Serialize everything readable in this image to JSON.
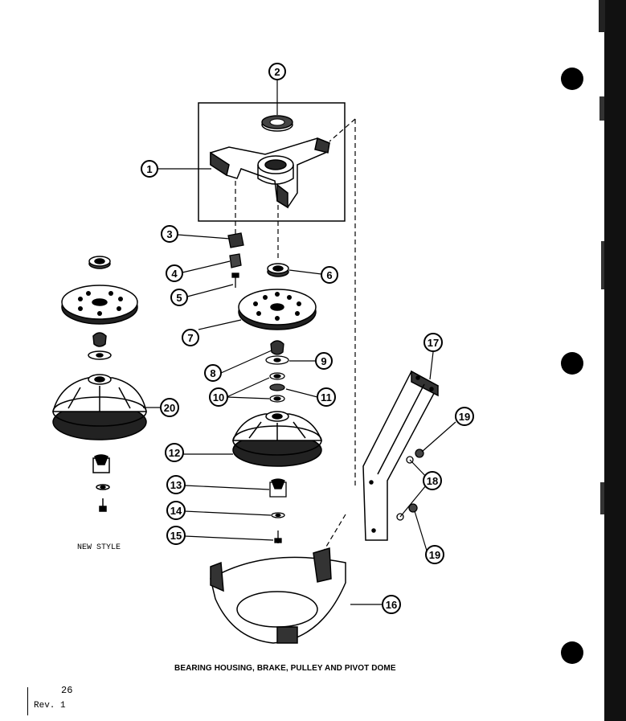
{
  "caption": "BEARING HOUSING, BRAKE, PULLEY AND PIVOT DOME",
  "style_label": "NEW STYLE",
  "page_number": "26",
  "revision": "Rev. 1",
  "callouts": [
    "1",
    "2",
    "3",
    "4",
    "5",
    "6",
    "7",
    "8",
    "9",
    "10",
    "11",
    "12",
    "13",
    "14",
    "15",
    "16",
    "17",
    "18",
    "19",
    "19",
    "20"
  ],
  "colors": {
    "ink": "#000000",
    "paper": "#ffffff"
  }
}
